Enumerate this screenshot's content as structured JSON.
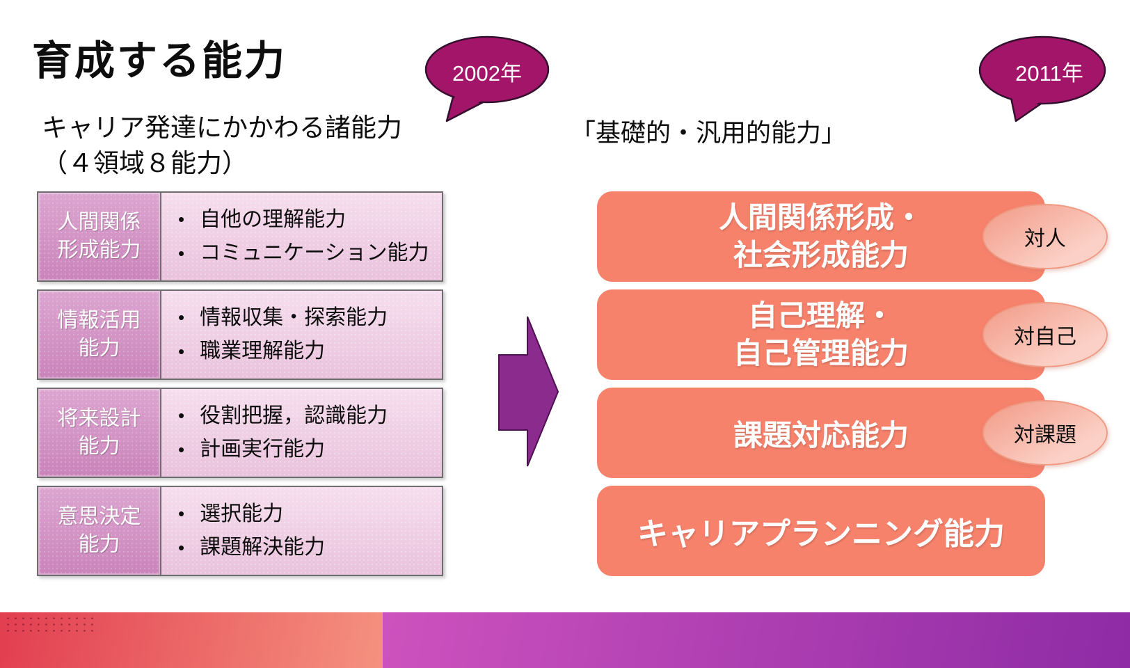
{
  "title": "育成する能力",
  "year_badge_left": "2002年",
  "year_badge_right": "2011年",
  "left_panel": {
    "heading": "キャリア発達にかかわる諸能力\n（４領域８能力）",
    "rows": [
      {
        "header": "人間関係\n形成能力",
        "bullets": [
          "自他の理解能力",
          "コミュニケーション能力"
        ]
      },
      {
        "header": "情報活用\n能力",
        "bullets": [
          "情報収集・探索能力",
          "職業理解能力"
        ]
      },
      {
        "header": "将来設計\n能力",
        "bullets": [
          "役割把握，認識能力",
          "計画実行能力"
        ]
      },
      {
        "header": "意思決定\n能力",
        "bullets": [
          "選択能力",
          "課題解決能力"
        ]
      }
    ]
  },
  "right_panel": {
    "heading": "「基礎的・汎用的能力」",
    "boxes": [
      {
        "label": "人間関係形成・\n社会形成能力",
        "tag": "対人"
      },
      {
        "label": "自己理解・\n自己管理能力",
        "tag": "対自己"
      },
      {
        "label": "課題対応能力",
        "tag": "対課題"
      },
      {
        "label": "キャリアプランニング能力",
        "tag": ""
      }
    ]
  },
  "colors": {
    "year_badge_fill": "#a31568",
    "year_badge_outline": "#33102e",
    "table_header_fill": "#d294c5",
    "table_body_fill": "#f0d0e5",
    "table_border": "#6e6e6e",
    "right_box_fill": "#f6826c",
    "tag_ellipse_fill": "#f8bcaf",
    "arrow_fill": "#8c2b8e",
    "footer_left_gradient": [
      "#e23e50",
      "#f5917f"
    ],
    "footer_right_gradient": [
      "#cd52be",
      "#8e2ba5"
    ]
  }
}
